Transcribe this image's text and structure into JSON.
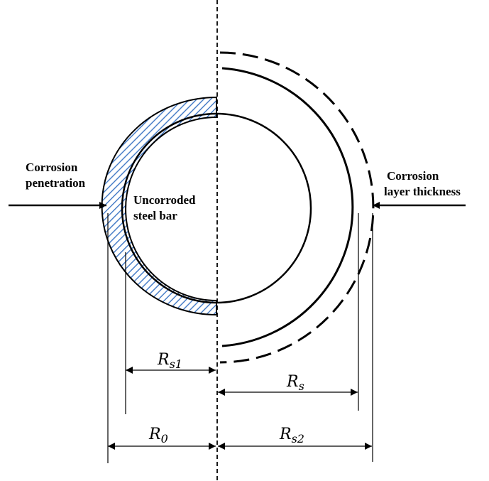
{
  "labels": {
    "penetration_line1": "Corrosion",
    "penetration_line2": "penetration",
    "uncorroded_line1": "Uncorroded",
    "uncorroded_line2": "steel bar",
    "layer_line1": "Corrosion",
    "layer_line2": "layer thickness"
  },
  "dimensions": {
    "rs1": {
      "symbol": "R",
      "sub": "s1"
    },
    "rs": {
      "symbol": "R",
      "sub": "s"
    },
    "r0": {
      "symbol": "R",
      "sub": "0"
    },
    "rs2": {
      "symbol": "R",
      "sub": "s2"
    }
  },
  "colors": {
    "hatch": "#4a7fc8",
    "line": "#000000"
  }
}
